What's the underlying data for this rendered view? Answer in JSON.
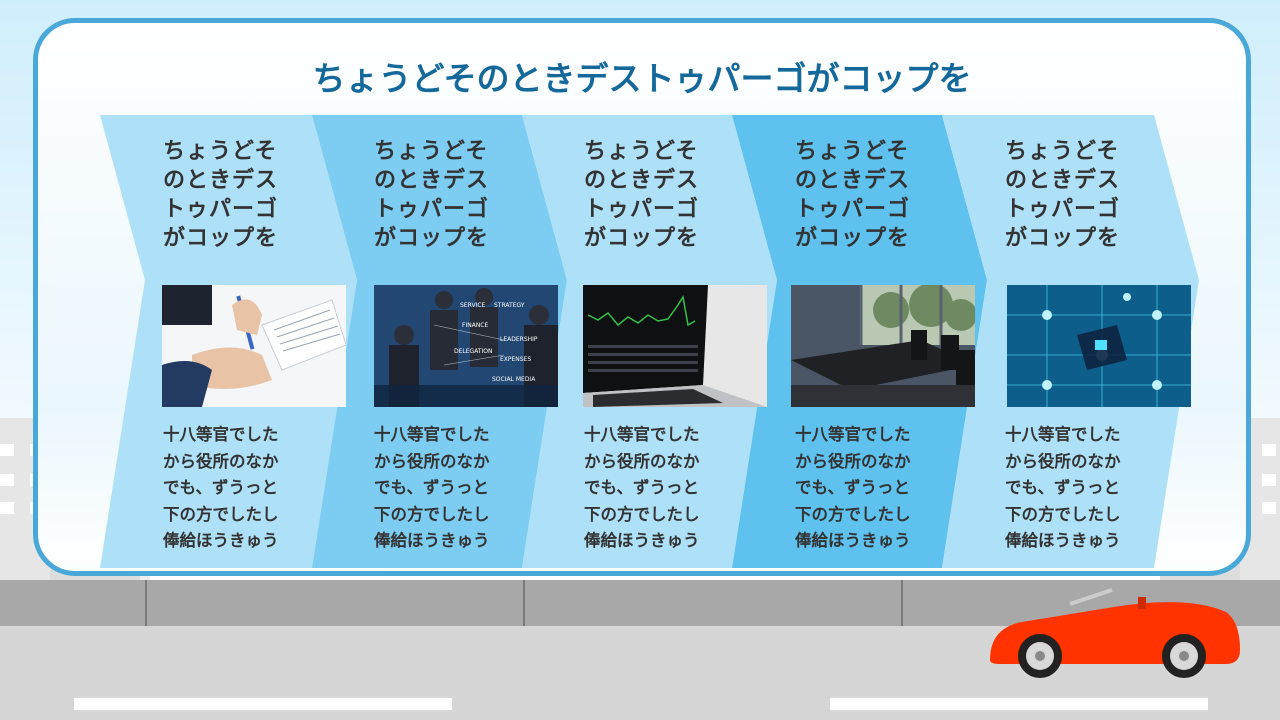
{
  "slide": {
    "title": "ちょうどそのときデストゥパーゴがコップを"
  },
  "columns": [
    {
      "heading": "ちょうどそ\nのときデス\nトゥパーゴ\nがコップを",
      "body": "十八等官でした\nから役所のなか\nでも、ずうっと\n下の方でしたし\n俸給ほうきゅう",
      "photo": "business-documents-photo"
    },
    {
      "heading": "ちょうどそ\nのときデス\nトゥパーゴ\nがコップを",
      "body": "十八等官でした\nから役所のなか\nでも、ずうっと\n下の方でしたし\n俸給ほうきゅう",
      "photo": "business-team-photo",
      "photo_words": [
        "SOCIAL MEDIA",
        "FINANCE",
        "LEADERSHIP",
        "EXPENSES",
        "DELEGATION",
        "SERVICE",
        "STRATEGY"
      ]
    },
    {
      "heading": "ちょうどそ\nのときデス\nトゥパーゴ\nがコップを",
      "body": "十八等官でした\nから役所のなか\nでも、ずうっと\n下の方でしたし\n俸給ほうきゅう",
      "photo": "laptop-stock-chart-photo"
    },
    {
      "heading": "ちょうどそ\nのときデス\nトゥパーゴ\nがコップを",
      "body": "十八等官でした\nから役所のなか\nでも、ずうっと\n下の方でしたし\n俸給ほうきゅう",
      "photo": "meeting-room-photo"
    },
    {
      "heading": "ちょうどそ\nのときデス\nトゥパーゴ\nがコップを",
      "body": "十八等官でした\nから役所のなか\nでも、ずうっと\n下の方でしたし\n俸給ほうきゅう",
      "photo": "technology-network-photo"
    }
  ],
  "colors": {
    "sky_top": "#cfeefc",
    "card_border": "#4aa8d8",
    "title": "#14699a",
    "arrow_light": "#aee1f8",
    "arrow_mid": "#7dcdf2",
    "arrow_dark": "#5ec1ee",
    "road": "#d6d6d6",
    "sidewalk": "#a8a8a8",
    "car": "#ff3300"
  }
}
